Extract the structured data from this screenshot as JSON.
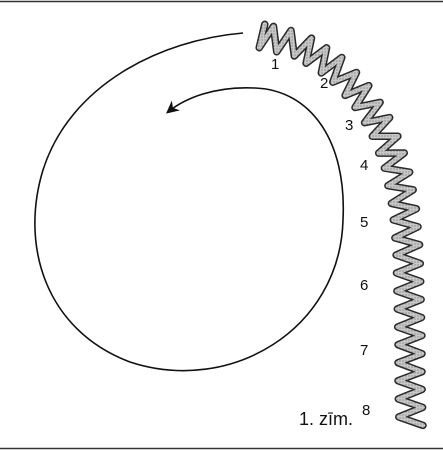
{
  "labels": [
    "1",
    "2",
    "3",
    "4",
    "5",
    "6",
    "7",
    "8"
  ],
  "caption": "1. zīm.",
  "colors": {
    "line": "#111111",
    "strand_fill": "#bcbcbc",
    "strand_outline": "#2a2a2a",
    "rule": "#333333",
    "background": "#ffffff"
  }
}
